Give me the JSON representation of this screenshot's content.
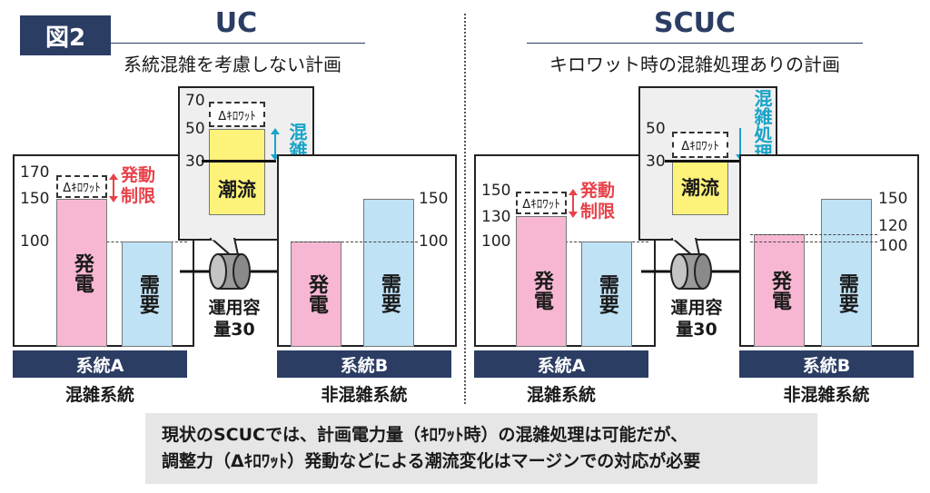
{
  "figure_label": "図2",
  "uc": {
    "title": "UC",
    "subtitle": "系統混雑を考慮しない計画",
    "zoom": {
      "ticks": [
        "70",
        "50",
        "30"
      ],
      "delta": "Δｷﾛﾜｯﾄ",
      "flow_label": "潮流",
      "congestion_label": "混雑"
    },
    "system_a": {
      "ticks": [
        "170",
        "150",
        "100"
      ],
      "delta": "Δｷﾛﾜｯﾄ",
      "dispatch_label": "発動制限",
      "gen_label": "発電",
      "demand_label": "需要",
      "name": "系統A",
      "status": "混雑系統"
    },
    "capacity": "運用容量30",
    "system_b": {
      "ticks": [
        "150",
        "100"
      ],
      "gen_label": "発電",
      "demand_label": "需要",
      "name": "系統B",
      "status": "非混雑系統"
    }
  },
  "scuc": {
    "title": "SCUC",
    "subtitle": "キロワット時の混雑処理ありの計画",
    "zoom": {
      "ticks": [
        "50",
        "30"
      ],
      "delta": "Δｷﾛﾜｯﾄ",
      "flow_label": "潮流",
      "processing_label": "混雑処理量"
    },
    "system_a": {
      "ticks": [
        "150",
        "130",
        "100"
      ],
      "delta": "Δｷﾛﾜｯﾄ",
      "dispatch_label": "発動制限",
      "gen_label": "発電",
      "demand_label": "需要",
      "name": "系統A",
      "status": "混雑系統"
    },
    "capacity": "運用容量30",
    "system_b": {
      "ticks": [
        "150",
        "120",
        "100"
      ],
      "gen_label": "発電",
      "demand_label": "需要",
      "name": "系統B",
      "status": "非混雑系統"
    }
  },
  "note": {
    "line1": "現状のSCUCでは、計画電力量（ｷﾛﾜｯﾄ時）の混雑処理は可能だが、",
    "line2": "調整力（Δｷﾛﾜｯﾄ）発動などによる潮流変化はマージンでの対応が必要"
  },
  "colors": {
    "navy": "#2b3d63",
    "pink": "#f7b7d2",
    "blue": "#bfe2f5",
    "yellow": "#fdf27a",
    "red": "#e8424a",
    "cyan": "#1aa3c8"
  }
}
